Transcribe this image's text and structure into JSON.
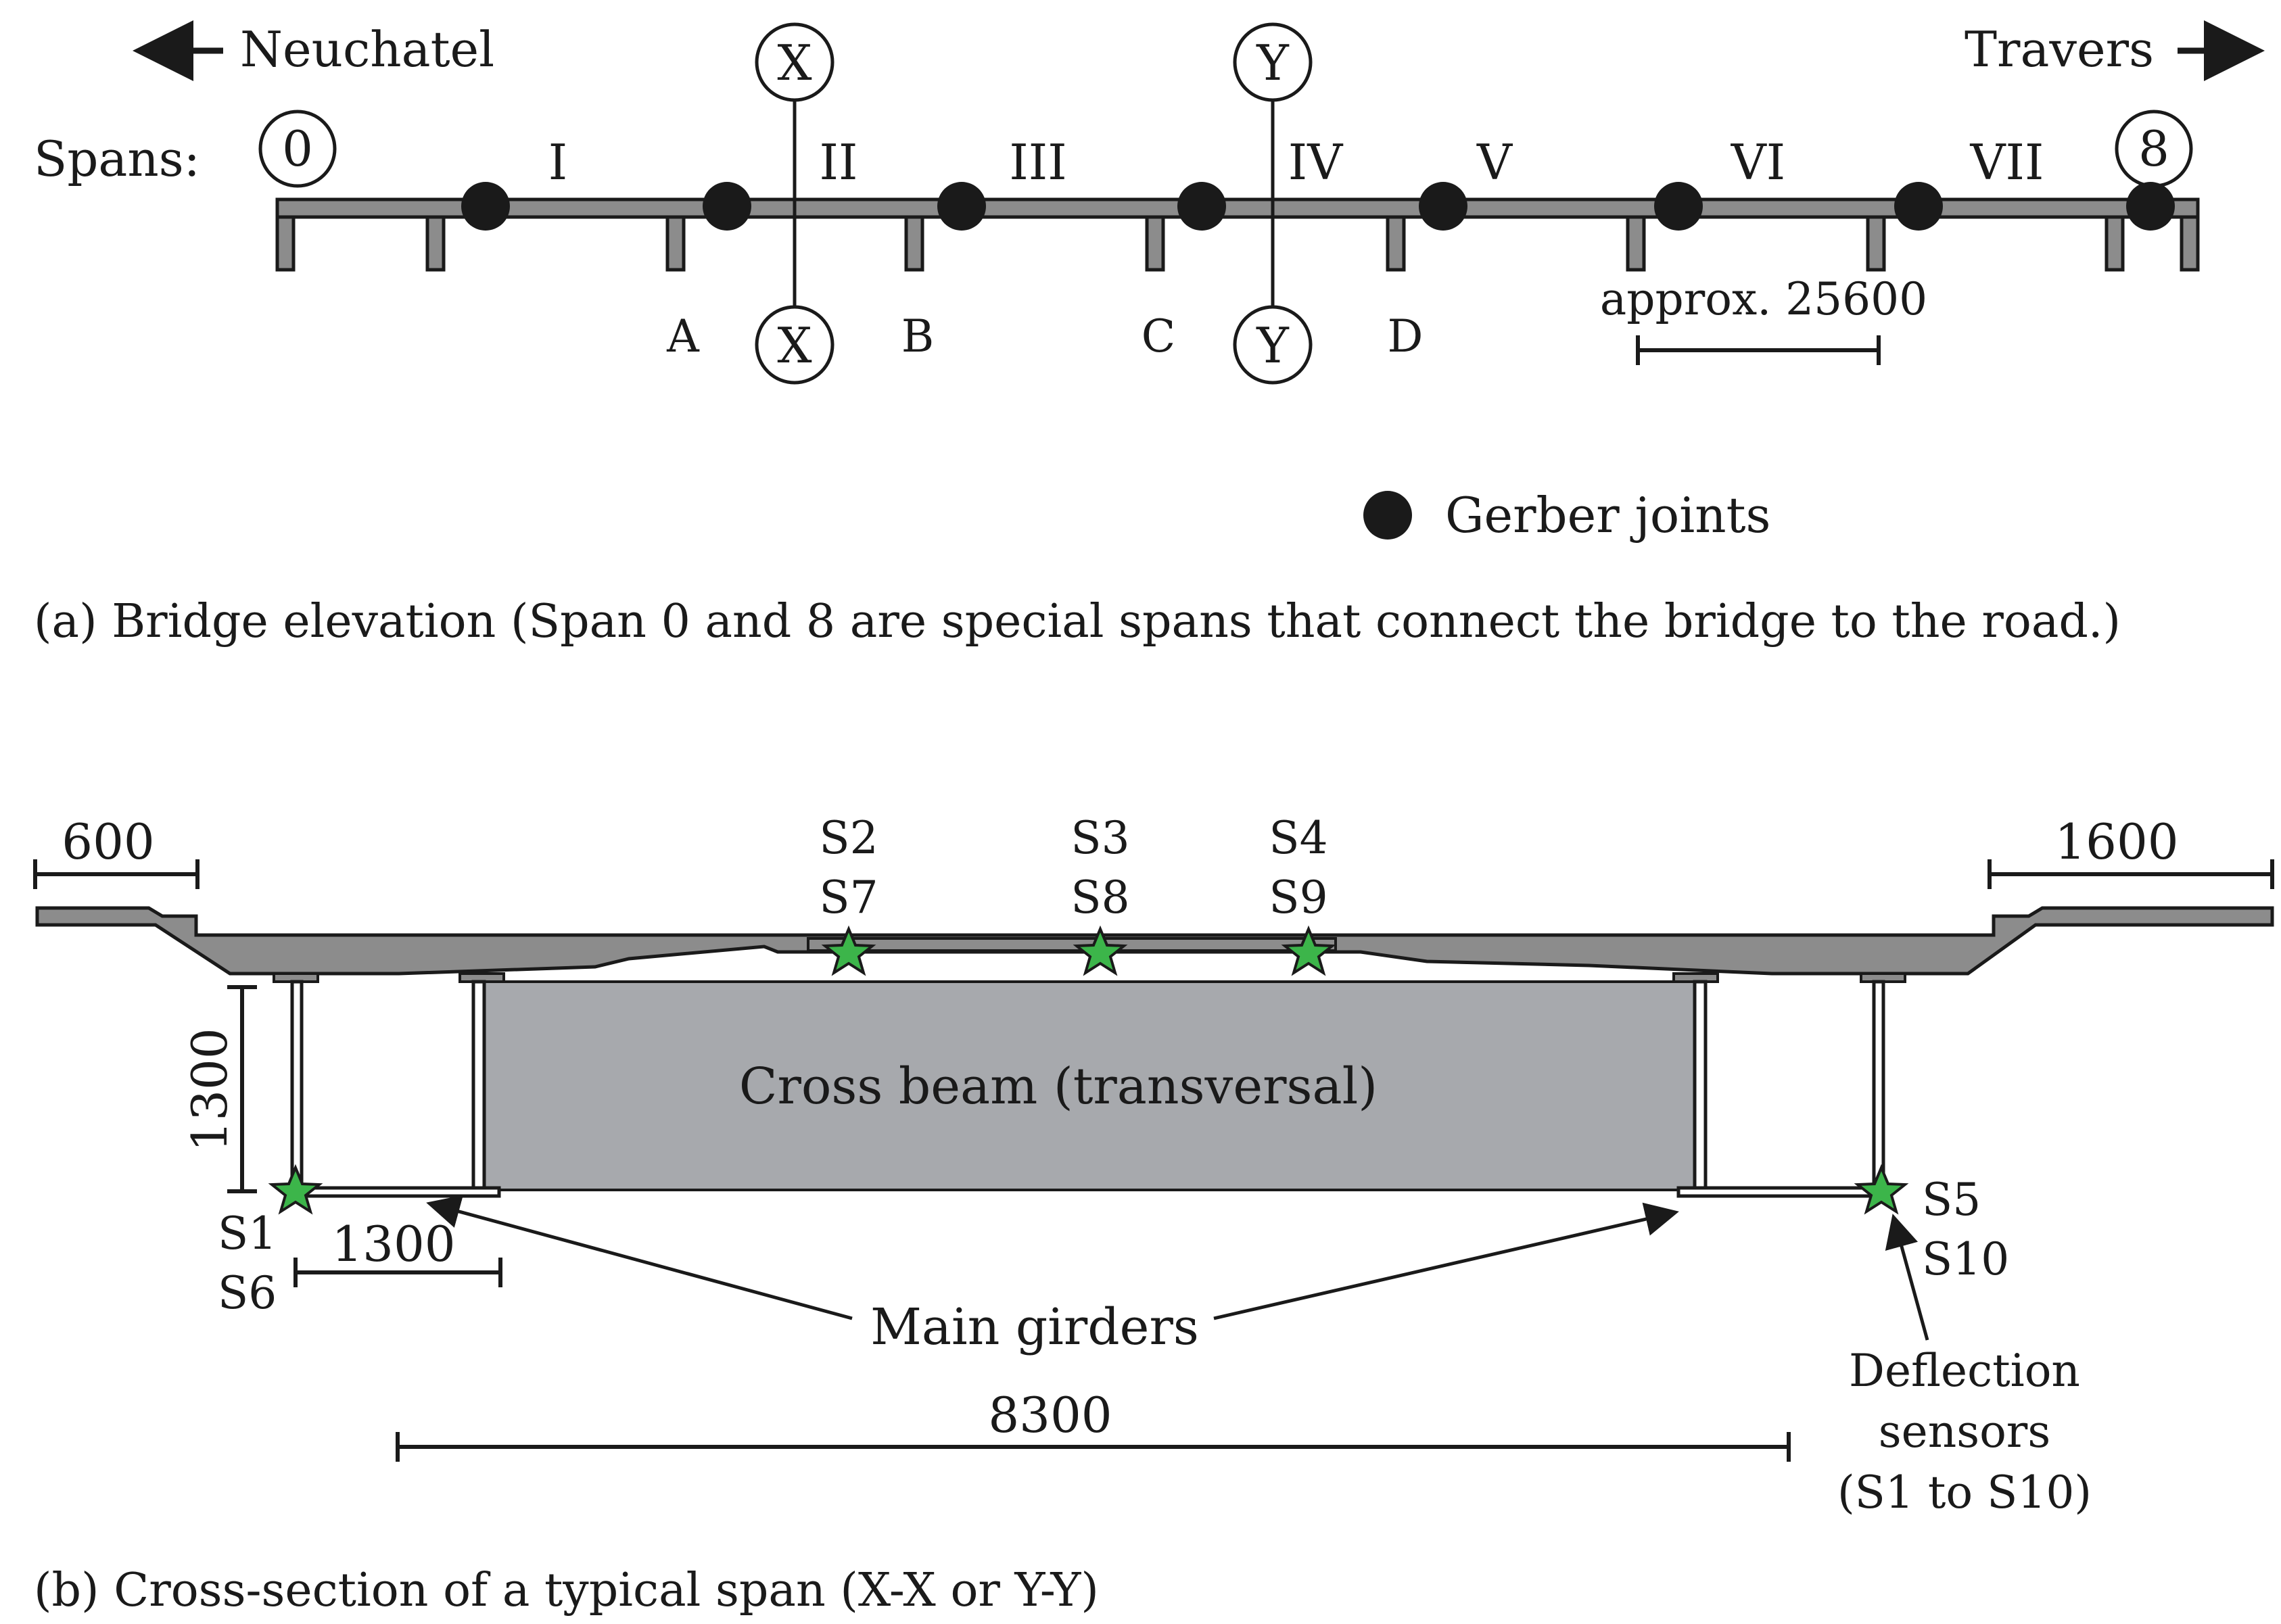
{
  "elevation": {
    "left_direction": "Neuchatel",
    "right_direction": "Travers",
    "spans_label": "Spans:",
    "end_span_left": "0",
    "end_span_right": "8",
    "spans": [
      "I",
      "II",
      "III",
      "IV",
      "V",
      "VI",
      "VII"
    ],
    "supports": [
      "A",
      "B",
      "C",
      "D"
    ],
    "section_x": "X",
    "section_y": "Y",
    "dimension": "approx. 25600",
    "legend_label": "Gerber joints",
    "caption": "(a) Bridge elevation (Span 0 and 8 are special spans that connect the bridge to the road.)"
  },
  "cross_section": {
    "dim_left": "600",
    "dim_right": "1600",
    "dim_height": "1300",
    "dim_flange": "1300",
    "dim_girder_spacing": "8300",
    "cross_beam_label": "Cross beam (transversal)",
    "main_girders_label": "Main girders",
    "sensor_top_pairs": [
      [
        "S2",
        "S7"
      ],
      [
        "S3",
        "S8"
      ],
      [
        "S4",
        "S9"
      ]
    ],
    "sensor_left": [
      "S1",
      "S6"
    ],
    "sensor_right": [
      "S5",
      "S10"
    ],
    "deflection_label": [
      "Deflection",
      "sensors",
      "(S1 to S10)"
    ],
    "caption": "(b) Cross-section of a typical span (X-X or Y-Y)"
  },
  "colors": {
    "steel_gray": "#8c8c8c",
    "beam_gray": "#a7a9ad",
    "ink": "#1a1a1a",
    "sensor_green": "#3cb54a"
  }
}
